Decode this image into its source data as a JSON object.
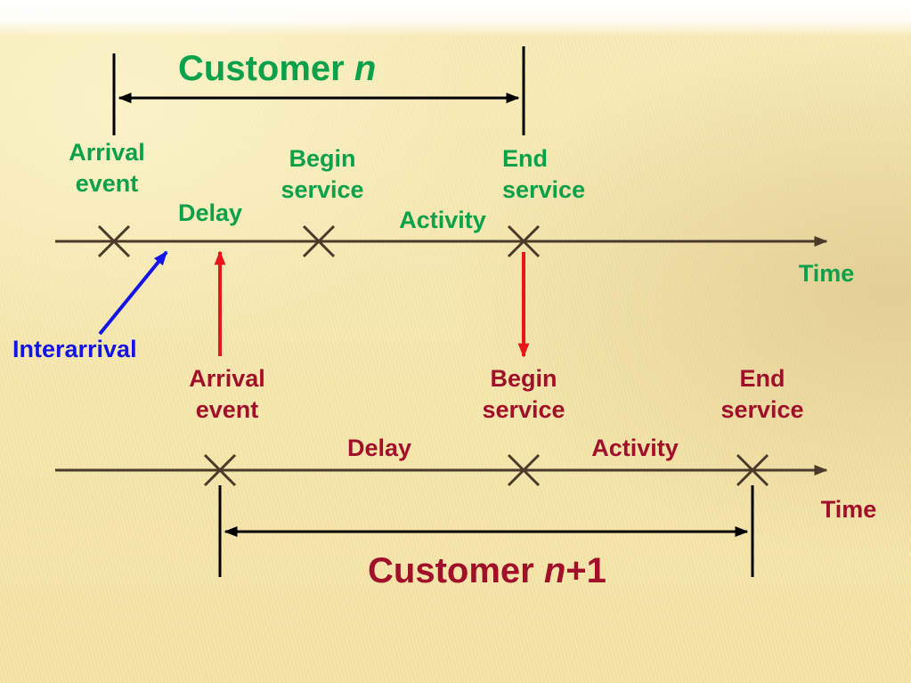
{
  "customer_n": {
    "title_prefix": "Customer",
    "title_var": "n",
    "title_suffix": "",
    "arrival": "Arrival\nevent",
    "delay": "Delay",
    "begin": "Begin\nservice",
    "activity": "Activity",
    "end": "End\nservice",
    "time": "Time"
  },
  "customer_n1": {
    "title_prefix": "Customer",
    "title_var": "n",
    "title_suffix": "+1",
    "arrival": "Arrival\nevent",
    "delay": "Delay",
    "begin": "Begin\nservice",
    "activity": "Activity",
    "end": "End\nservice",
    "time": "Time"
  },
  "interarrival": "Interarrival",
  "colors": {
    "green": "#0aa14a",
    "red": "#a0102b",
    "blue": "#1414e6",
    "arrow_red": "#e8151b",
    "axis": "#4a3a2a"
  }
}
